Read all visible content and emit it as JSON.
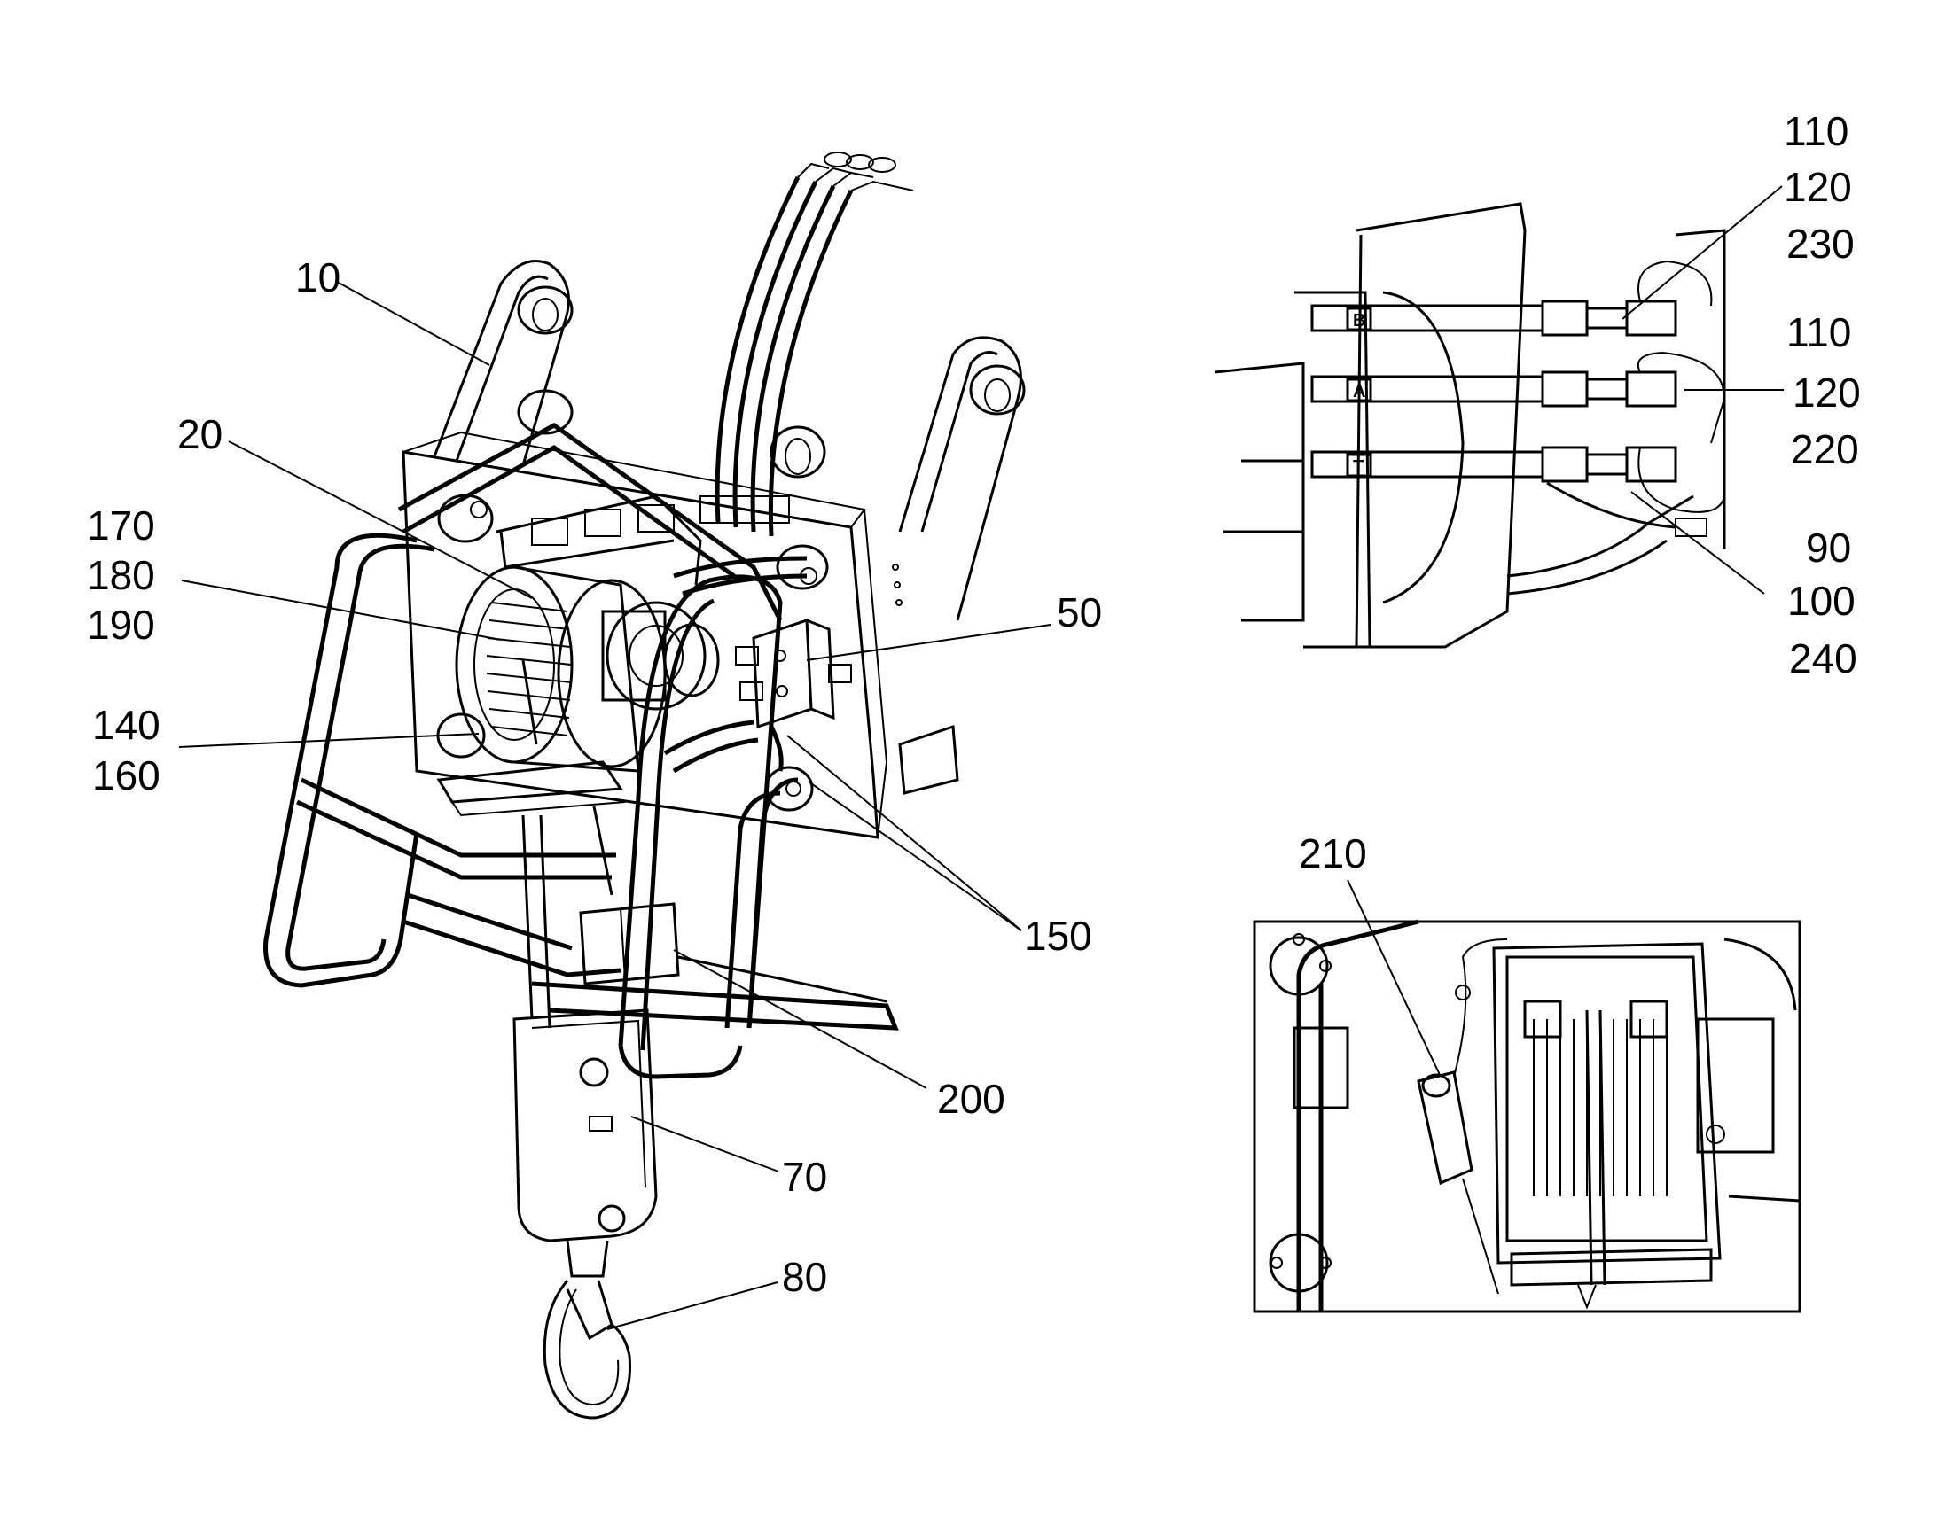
{
  "figure": {
    "reference_numerals": {
      "main_view": [
        "10",
        "20",
        "170",
        "180",
        "190",
        "140",
        "160",
        "50",
        "150",
        "200",
        "70",
        "80"
      ],
      "detail_top_right": [
        "110",
        "120",
        "230",
        "110",
        "120",
        "220",
        "90",
        "100",
        "240"
      ],
      "detail_bottom_right": [
        "210"
      ]
    },
    "valve_port_labels": [
      "B",
      "A",
      "T"
    ],
    "colors": {
      "line": "#000000",
      "background": "#ffffff"
    }
  }
}
